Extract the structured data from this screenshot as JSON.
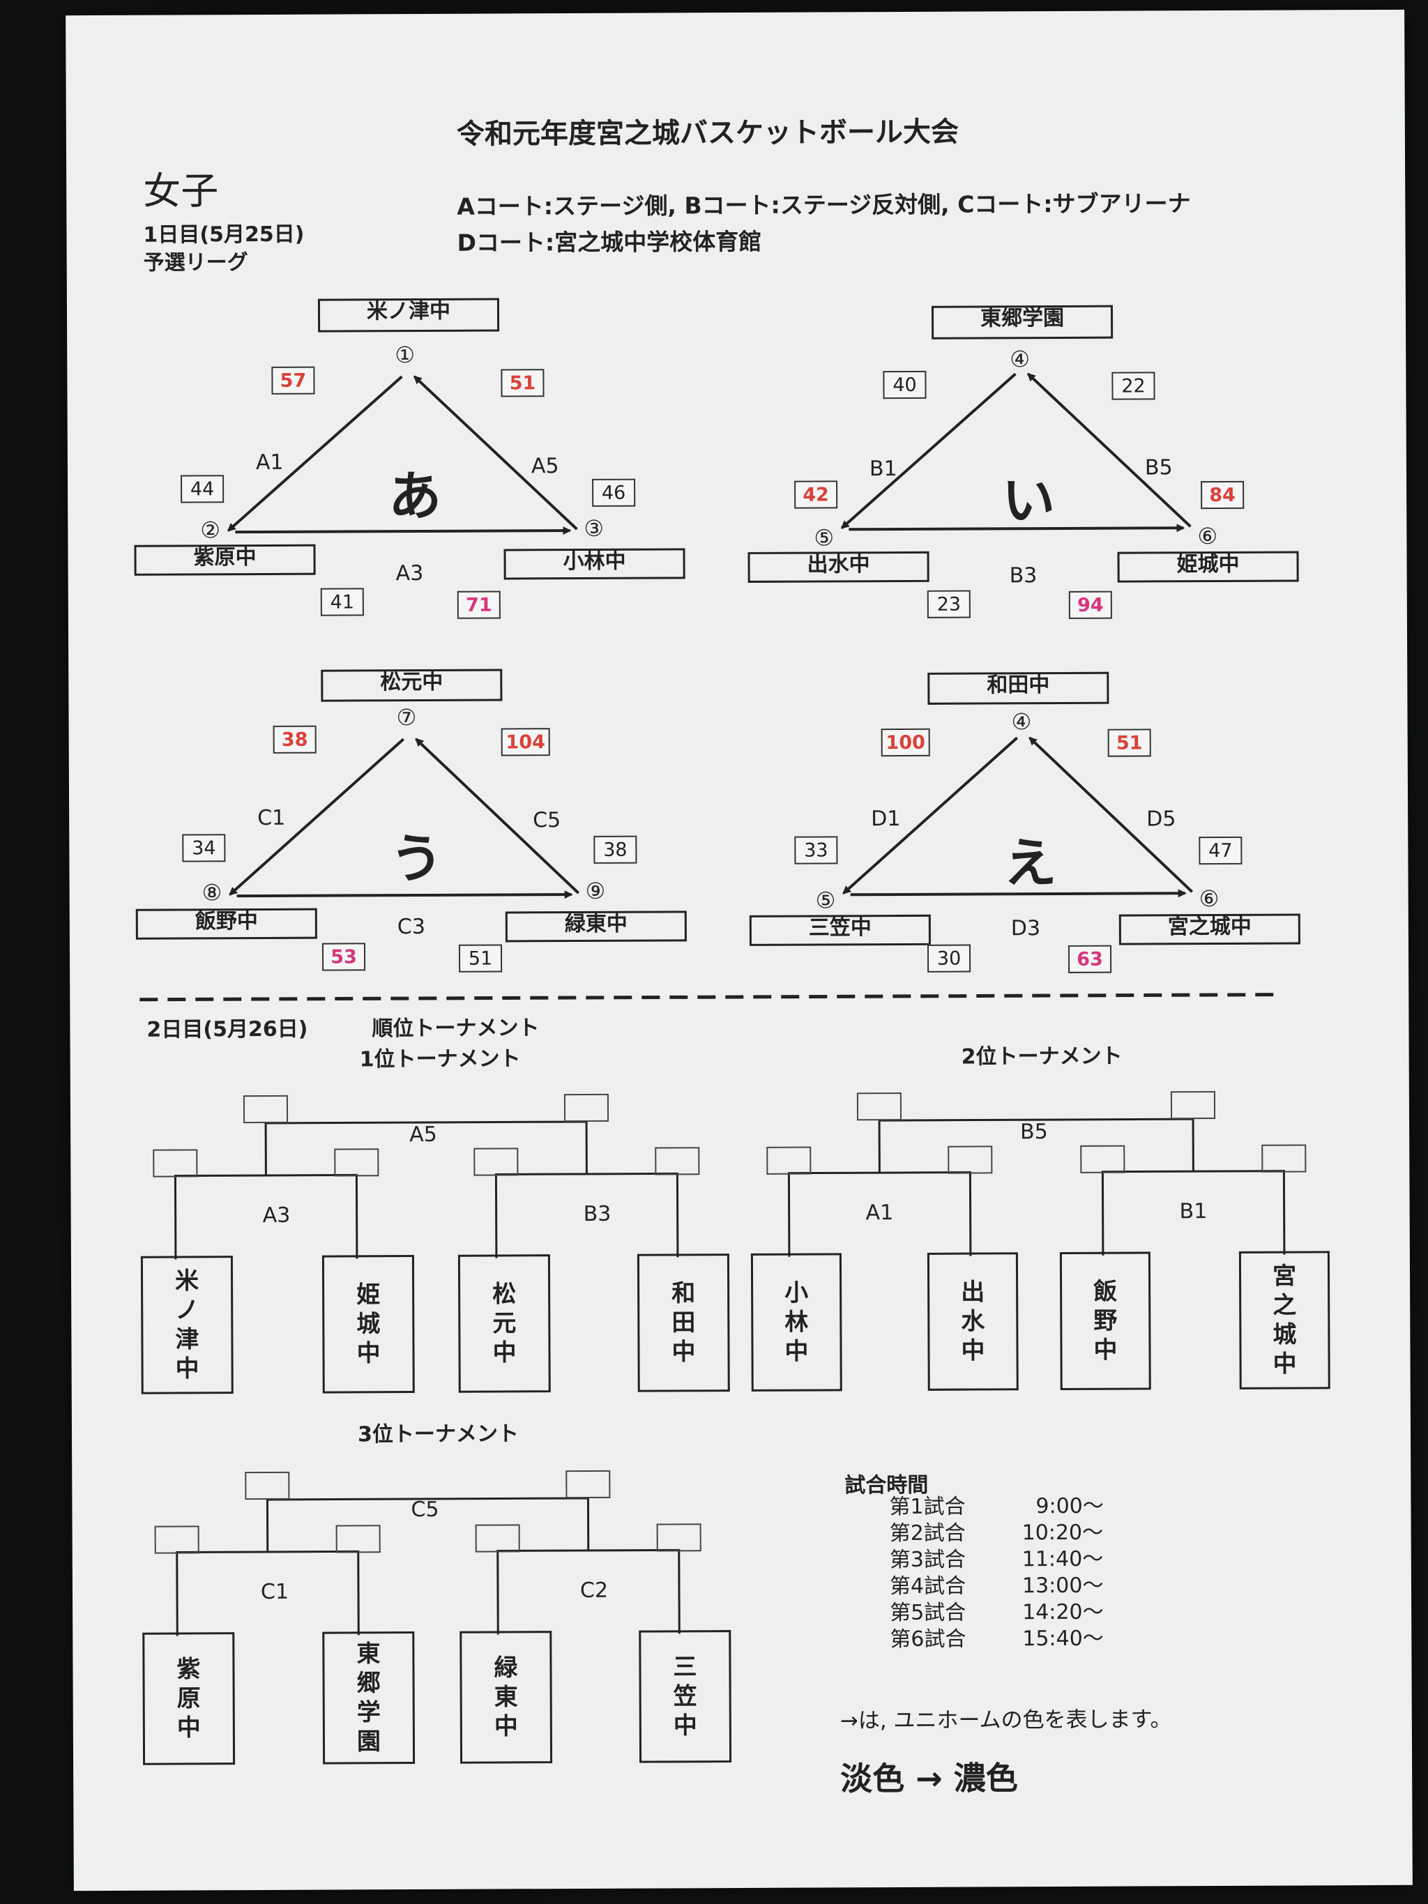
{
  "title": "令和元年度宮之城バスケットボール大会",
  "division": "女子",
  "day1": "1日目(5月25日)",
  "round1": "予選リーグ",
  "courts1": "Aコート:ステージ側, Bコート:ステージ反対側, Cコート:サブアリーナ",
  "courts2": "Dコート:宮之城中学校体育館",
  "leagues": [
    {
      "kana": "あ",
      "top": "米ノ津中",
      "left": "紫原中",
      "right": "小林中",
      "ntop": "①",
      "nleft": "②",
      "nright": "③",
      "gl": "A1",
      "gr": "A5",
      "gb": "A3",
      "s1": "57",
      "s2": "51",
      "s3": "44",
      "s4": "46",
      "s5": "41",
      "s6": "71"
    },
    {
      "kana": "い",
      "top": "東郷学園",
      "left": "出水中",
      "right": "姫城中",
      "ntop": "④",
      "nleft": "⑤",
      "nright": "⑥",
      "gl": "B1",
      "gr": "B5",
      "gb": "B3",
      "s1": "40",
      "s2": "22",
      "s3": "42",
      "s4": "84",
      "s5": "23",
      "s6": "94"
    },
    {
      "kana": "う",
      "top": "松元中",
      "left": "飯野中",
      "right": "緑東中",
      "ntop": "⑦",
      "nleft": "⑧",
      "nright": "⑨",
      "gl": "C1",
      "gr": "C5",
      "gb": "C3",
      "s1": "38",
      "s2": "104",
      "s3": "34",
      "s4": "38",
      "s5": "53",
      "s6": "51"
    },
    {
      "kana": "え",
      "top": "和田中",
      "left": "三笠中",
      "right": "宮之城中",
      "ntop": "④",
      "nleft": "⑤",
      "nright": "⑥",
      "gl": "D1",
      "gr": "D5",
      "gb": "D3",
      "s1": "100",
      "s2": "51",
      "s3": "33",
      "s4": "47",
      "s5": "30",
      "s6": "63"
    }
  ],
  "day2": "2日目(5月26日)",
  "round2": "順位トーナメント",
  "t1": {
    "title": "1位トーナメント",
    "final": "A5",
    "semi1": "A3",
    "semi2": "B3",
    "teams": [
      "米\nノ\n津\n中",
      "姫\n城\n中",
      "松\n元\n中",
      "和\n田\n中"
    ]
  },
  "t2": {
    "title": "2位トーナメント",
    "final": "B5",
    "semi1": "A1",
    "semi2": "B1",
    "teams": [
      "小\n林\n中",
      "出\n水\n中",
      "飯\n野\n中",
      "宮\n之\n城\n中"
    ]
  },
  "t3": {
    "title": "3位トーナメント",
    "final": "C5",
    "semi1": "C1",
    "semi2": "C2",
    "teams": [
      "紫\n原\n中",
      "東\n郷\n学\n園",
      "緑\n東\n中",
      "三\n笠\n中"
    ]
  },
  "times": {
    "title": "試合時間",
    "rows": [
      {
        "game": "第1試合",
        "time": "9:00〜"
      },
      {
        "game": "第2試合",
        "time": "10:20〜"
      },
      {
        "game": "第3試合",
        "time": "11:40〜"
      },
      {
        "game": "第4試合",
        "time": "13:00〜"
      },
      {
        "game": "第5試合",
        "time": "14:20〜"
      },
      {
        "game": "第6試合",
        "time": "15:40〜"
      }
    ]
  },
  "note": "→は, ユニホームの色を表します。",
  "legend": "淡色 → 濃色"
}
